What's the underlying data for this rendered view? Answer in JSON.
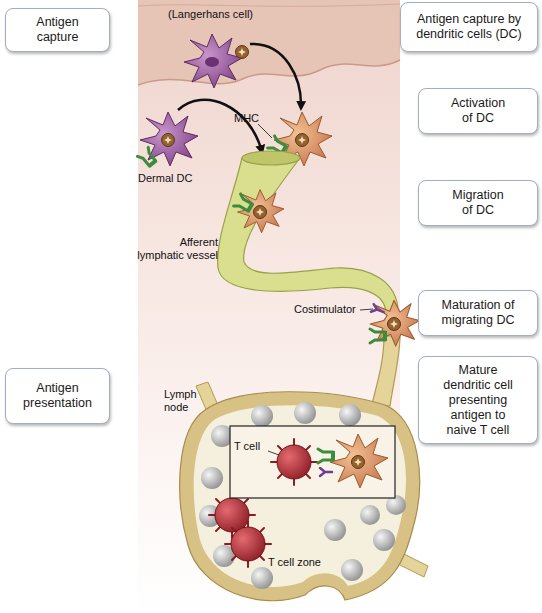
{
  "diagram": {
    "nodes": [
      {
        "text": [
          "Antigen capture"
        ]
      },
      {
        "text": [
          "Antigen capture by dendritic cells (DC)"
        ]
      },
      {
        "text": [
          "Activation of DC"
        ]
      },
      {
        "text": [
          "Migration of DC"
        ]
      },
      {
        "text": [
          "Maturation of migrating DC"
        ]
      },
      {
        "text": [
          "Antigen presentation"
        ]
      },
      {
        "text": [
          "Mature dendritic cell presenting antigen to naive T cell"
        ]
      }
    ],
    "labels": [
      "(Langerhans cell)",
      "MHC",
      "Dermal DC",
      "Afferent lymphatic vessel",
      "Costimulator",
      "Lymph node",
      "T cell",
      "T cell zone"
    ]
  }
}
